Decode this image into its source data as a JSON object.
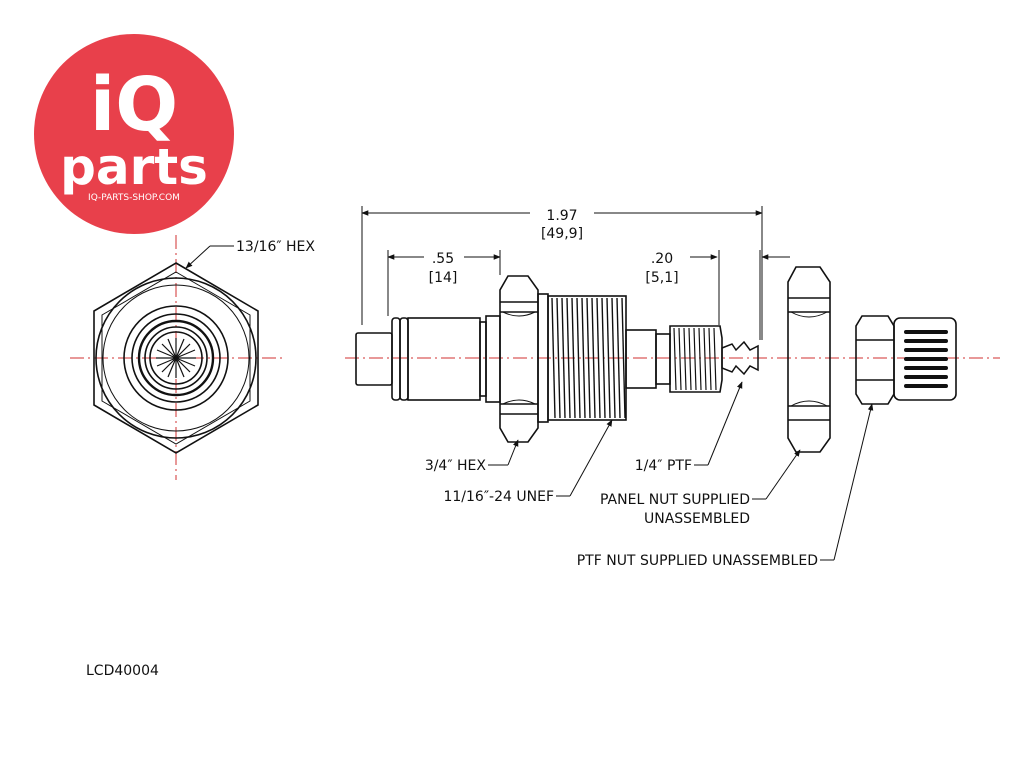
{
  "logo": {
    "brand_top": "iQ",
    "brand_bottom": "parts",
    "tagline": "IQ-PARTS-SHOP.COM",
    "color": "#e8404b"
  },
  "dimensions": {
    "overall_in": "1.97",
    "overall_mm": "[49,9]",
    "left_in": ".55",
    "left_mm": "[14]",
    "right_in": ".20",
    "right_mm": "[5,1]"
  },
  "callouts": {
    "hex_face": "13/16″ HEX",
    "body_hex": "3/4″ HEX",
    "thread": "11/16″-24 UNEF",
    "ptf": "1/4″ PTF",
    "panel_nut_line1": "PANEL NUT SUPPLIED",
    "panel_nut_line2": "UNASSEMBLED",
    "ptf_nut": "PTF NUT SUPPLIED UNASSEMBLED"
  },
  "part_number": "LCD40004",
  "colors": {
    "line": "#111111",
    "centerline": "#d23030"
  }
}
